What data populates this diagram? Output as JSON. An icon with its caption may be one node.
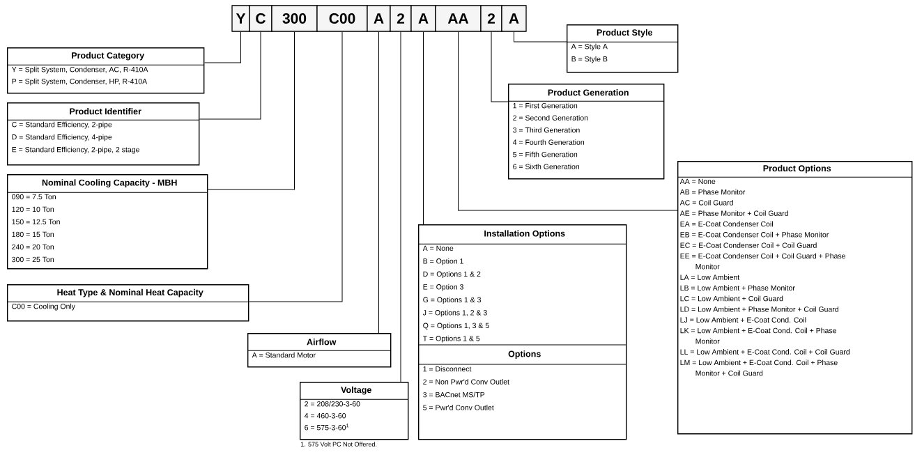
{
  "diagram": {
    "nodes": [
      {
        "text": [
          "Y"
        ]
      },
      {
        "text": [
          "C"
        ]
      },
      {
        "text": [
          "300"
        ]
      },
      {
        "text": [
          "C00"
        ]
      },
      {
        "text": [
          "A"
        ]
      },
      {
        "text": [
          "2"
        ]
      },
      {
        "text": [
          "A"
        ]
      },
      {
        "text": [
          "AA"
        ]
      },
      {
        "text": [
          "2"
        ]
      },
      {
        "text": [
          "A"
        ]
      },
      {
        "text": [
          "Product Category",
          "Y = Split System, Condenser, AC, R-410A",
          "P = Split System, Condenser, HP, R-410A"
        ]
      },
      {
        "text": [
          "Product Identifier",
          "C = Standard Efficiency, 2-pipe",
          "D = Standard Efficiency, 4-pipe",
          "E = Standard Efficiency, 2-pipe, 2 stage"
        ]
      },
      {
        "text": [
          "Nominal Cooling Capacity - MBH",
          "090 = 7.5 Ton",
          "120 = 10 Ton",
          "150 = 12.5 Ton",
          "180 = 15 Ton",
          "240 = 20 Ton",
          "300 = 25 Ton"
        ]
      },
      {
        "text": [
          "Heat Type & Nominal Heat Capacity",
          "C00 = Cooling Only"
        ]
      },
      {
        "text": [
          "Airflow",
          "A = Standard Motor"
        ]
      },
      {
        "text": [
          "Voltage",
          "2 = 208/230-3-60",
          "4 = 460-3-60",
          "6 = 575-3-60$^{1}$"
        ],
        "beside": [
          "1. 575 Volt PC Not Offered."
        ]
      },
      {
        "text": [
          "Installation Options",
          "A = None",
          "B = Option 1",
          "D = Options 1 & 2",
          "E = Option 3",
          "G = Options 1 & 3",
          "J = Options 1, 2 & 3",
          "Q = Options 1, 3 & 5",
          "T = Options 1 & 5",
          "Options",
          "1 = Disconnect",
          "2 = Non Pwr'd Conv Outlet",
          "3 = BACnet MS/TP",
          "5 = Pwr'd Conv Outlet"
        ]
      },
      {
        "text": [
          "Product Options",
          "AA = None",
          "AB = Phase Monitor",
          "AC = Coil Guard",
          "AE = Phase Monitor + Coil Guard",
          "EA = E-Coat Condenser Coil",
          "EB = E-Coat Condenser Coil + Phase Monitor",
          "EC = E-Coat Condenser Coil + Coil Guard",
          "EE = E-Coat Condenser Coil + Coil Guard + Phase Monitor",
          "LA = Low Ambient",
          "LB = Low Ambient + Phase Monitor",
          "LC = Low Ambient + Coil Guard",
          "LD = Low Ambient + Phase Monitor + Coil Guard",
          "LJ = Low Ambient + E-Coat Cond. Coil",
          "LK = Low Ambient + E-Coat Cond. Coil + Phase Monitor",
          "LL = Low Ambient + E-Coat Cond. Coil + Coil Guard",
          "LM = Low Ambient + E-Coat Cond. Coil + Phase Monitor + Coil Guard"
        ]
      },
      {
        "text": [
          "Product Generation",
          "1 = First Generation",
          "2 = Second Generation",
          "3 = Third Generation",
          "4 = Fourth Generation",
          "5 = Fifth Generation",
          "6 = Sixth Generation"
        ]
      },
      {
        "text": [
          "Product Style",
          "A = Style A",
          "B = Style B"
        ]
      }
    ],
    "edges": [
      {
        "from": 0,
        "to": 10,
        "arrow": "none"
      },
      {
        "from": 1,
        "to": 11,
        "arrow": "none"
      },
      {
        "from": 2,
        "to": 12,
        "arrow": "none"
      },
      {
        "from": 3,
        "to": 13,
        "arrow": "none"
      },
      {
        "from": 4,
        "to": 14,
        "arrow": "none"
      },
      {
        "from": 5,
        "to": 15,
        "arrow": "none"
      },
      {
        "from": 6,
        "to": 16,
        "arrow": "none"
      },
      {
        "from": 7,
        "to": 17,
        "arrow": "none"
      },
      {
        "from": 8,
        "to": 18,
        "arrow": "none"
      },
      {
        "from": 9,
        "to": 19,
        "arrow": "none"
      }
    ]
  }
}
